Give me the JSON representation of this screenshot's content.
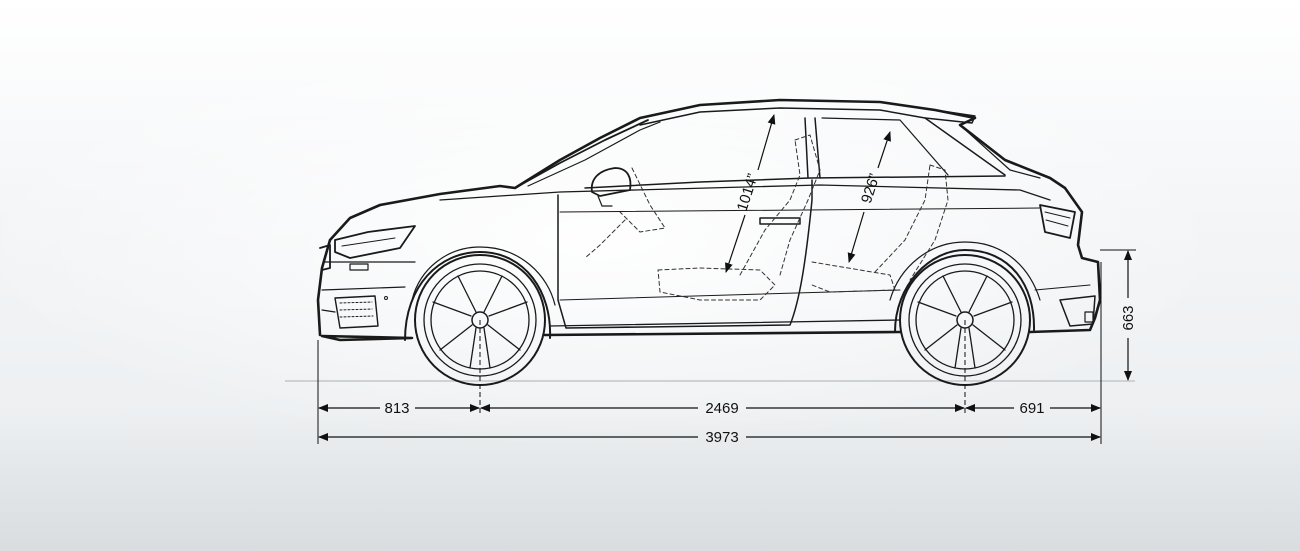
{
  "dimensions": {
    "front_overhang": "813",
    "wheelbase": "2469",
    "rear_overhang": "691",
    "overall_length": "3973",
    "loading_height": "663",
    "front_headroom": "1014”",
    "rear_headroom": "926”"
  },
  "colors": {
    "line": "#1a1a1a",
    "ground": "#cfd2d4",
    "background": "#f2f4f6"
  },
  "icons": [
    "car-side-profile",
    "dimension-arrow"
  ]
}
